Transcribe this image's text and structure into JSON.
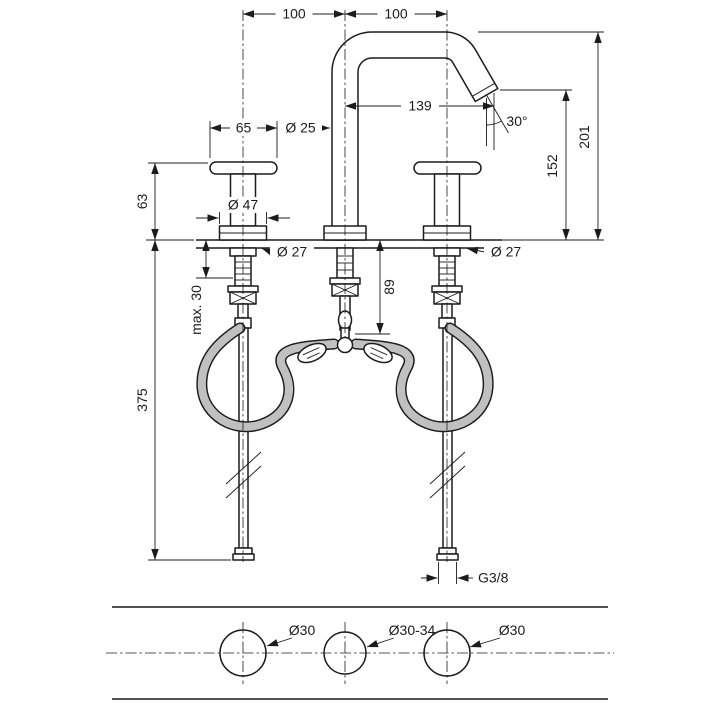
{
  "drawing": {
    "dims": {
      "spacing_left": "100",
      "spacing_right": "100",
      "spout_reach": "139",
      "spout_angle": "30°",
      "total_height": "201",
      "outlet_height": "152",
      "lever_length": "65",
      "spout_diameter": "Ø 25",
      "handle_height": "63",
      "escutcheon_diameter": "Ø 47",
      "deck_hole_left": "Ø 27",
      "deck_hole_right": "Ø 27",
      "underdeck_height": "89",
      "max_deck_thickness": "max. 30",
      "hose_length": "375",
      "connection_thread": "G3/8"
    },
    "plan": {
      "hole_left": "Ø30",
      "hole_center": "Ø30-34",
      "hole_right": "Ø30"
    },
    "colors": {
      "line": "#1c1c1c",
      "background": "#ffffff"
    }
  }
}
